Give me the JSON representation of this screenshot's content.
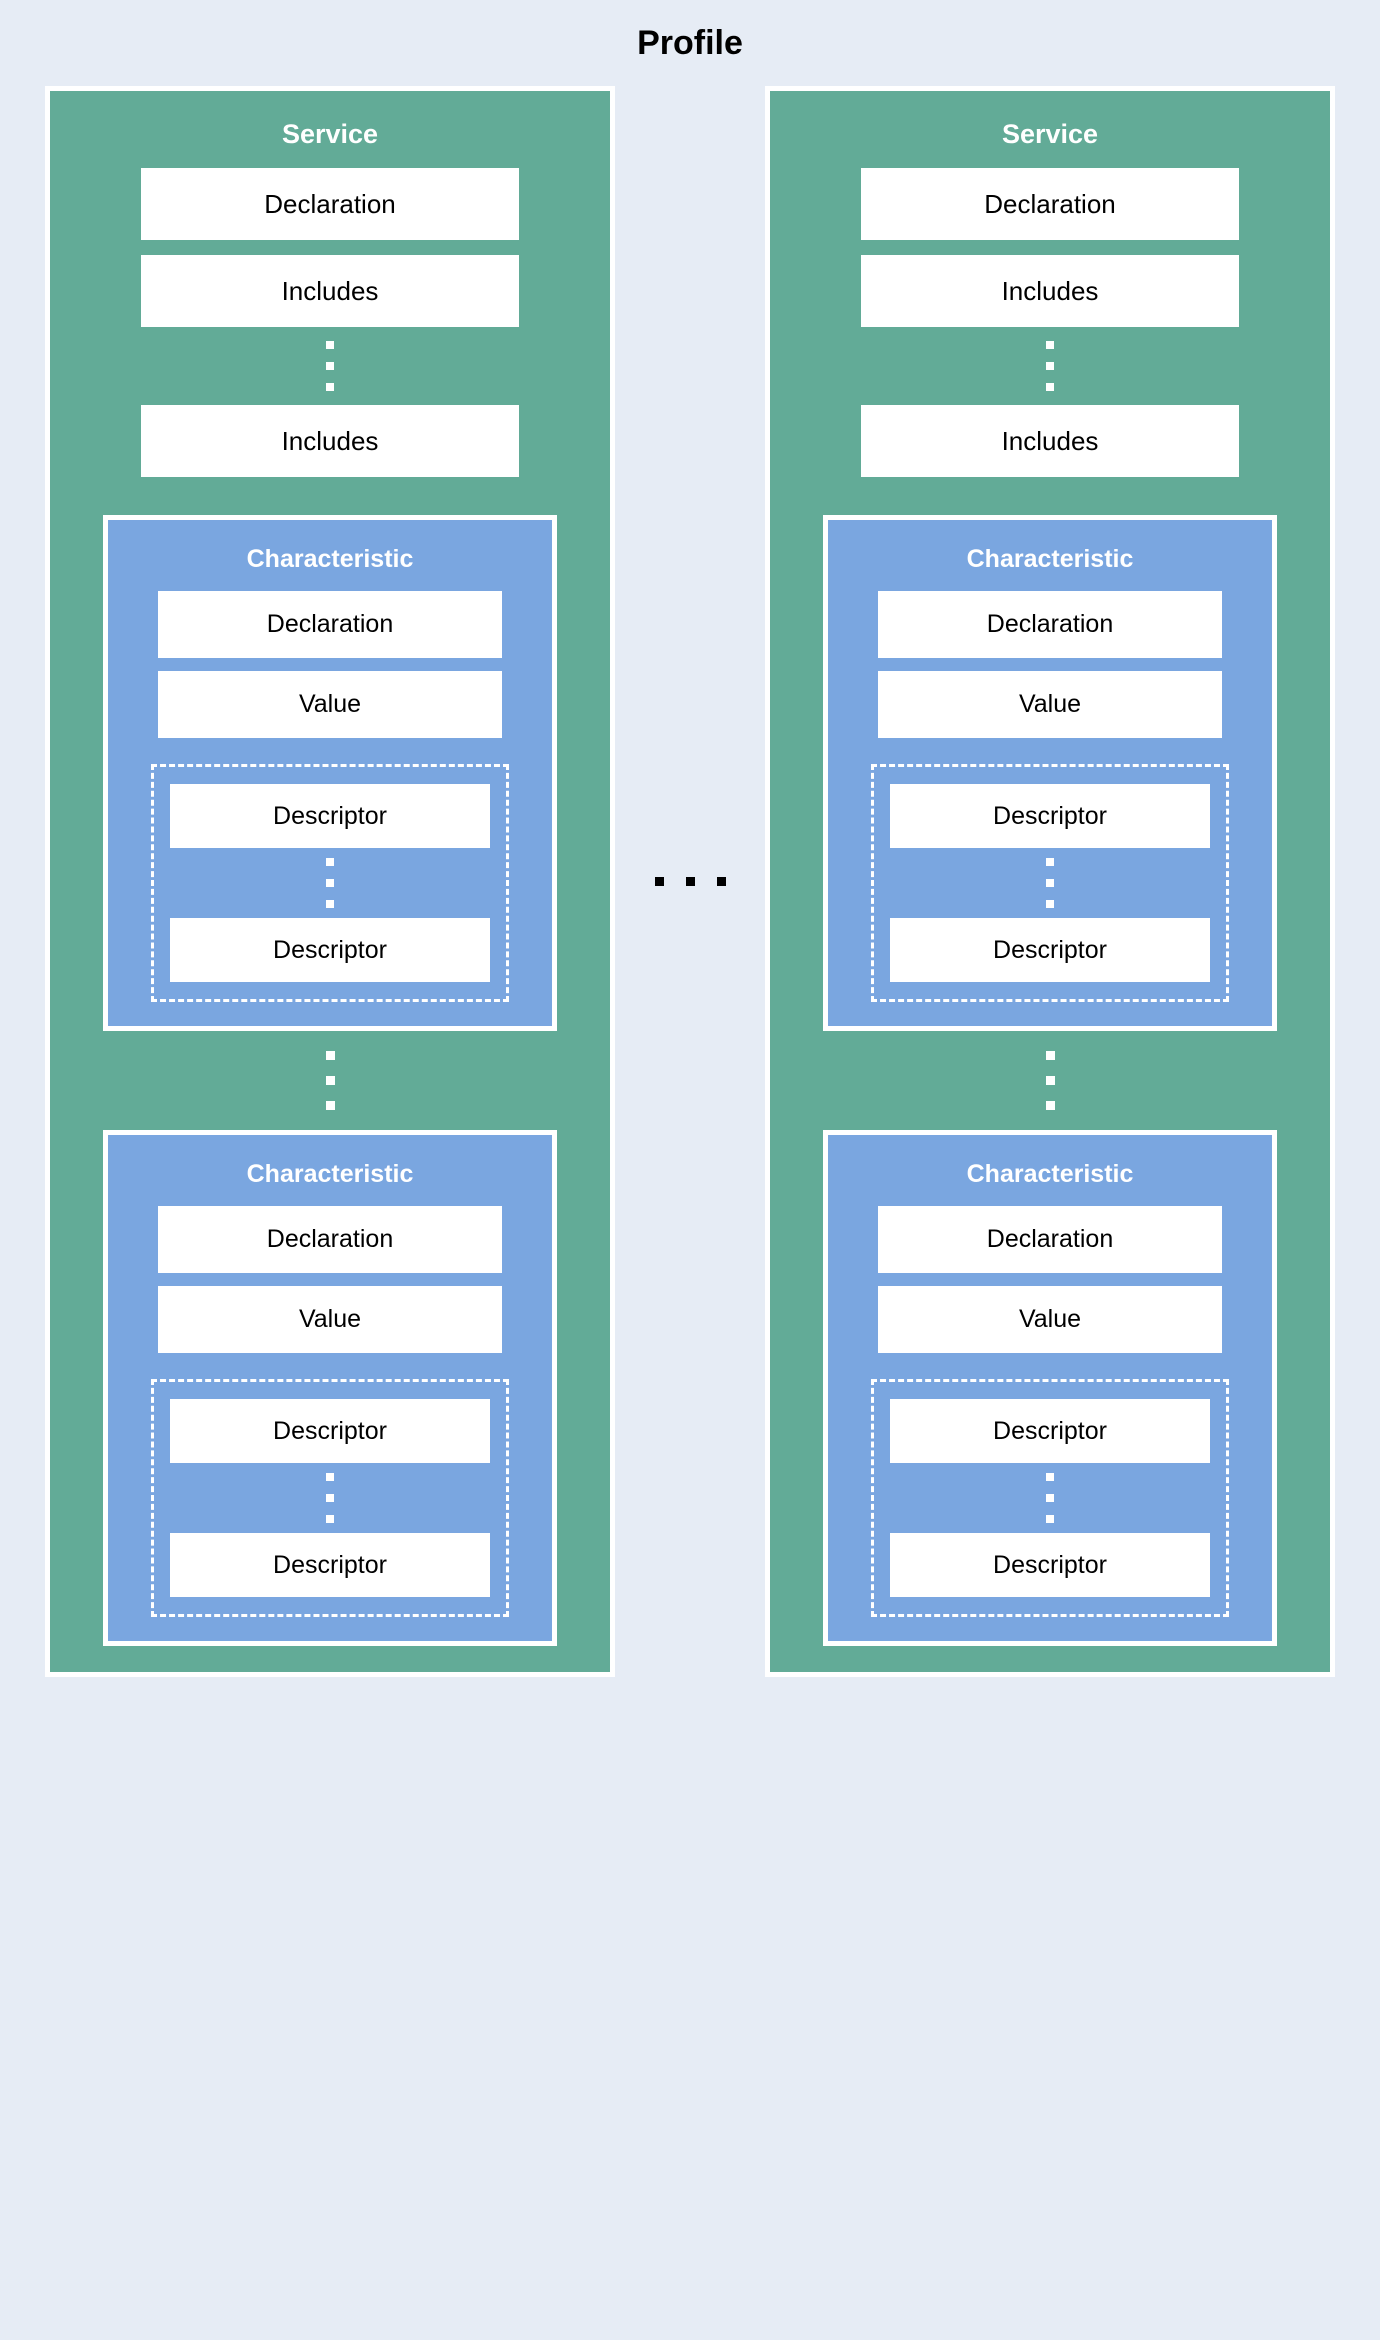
{
  "title": "Profile",
  "colors": {
    "background": "#e6ecf5",
    "service": "#62ab97",
    "characteristic": "#7aa6e0",
    "leaf": "#ffffff",
    "border": "#ffffff",
    "text": "#000000",
    "title_text": "#ffffff"
  },
  "ellipsis": {
    "horizontal": "...",
    "vertical": "⋮"
  },
  "labels": {
    "service": "Service",
    "characteristic": "Characteristic",
    "declaration": "Declaration",
    "includes": "Includes",
    "value": "Value",
    "descriptor": "Descriptor"
  },
  "services": [
    {
      "title": "Service",
      "rows": [
        {
          "label": "Declaration"
        },
        {
          "label": "Includes"
        },
        {
          "label": "Includes"
        }
      ],
      "characteristics": [
        {
          "title": "Characteristic",
          "rows": [
            {
              "label": "Declaration"
            },
            {
              "label": "Value"
            }
          ],
          "descriptors": [
            {
              "label": "Descriptor"
            },
            {
              "label": "Descriptor"
            }
          ]
        },
        {
          "title": "Characteristic",
          "rows": [
            {
              "label": "Declaration"
            },
            {
              "label": "Value"
            }
          ],
          "descriptors": [
            {
              "label": "Descriptor"
            },
            {
              "label": "Descriptor"
            }
          ]
        }
      ]
    },
    {
      "title": "Service",
      "rows": [
        {
          "label": "Declaration"
        },
        {
          "label": "Includes"
        },
        {
          "label": "Includes"
        }
      ],
      "characteristics": [
        {
          "title": "Characteristic",
          "rows": [
            {
              "label": "Declaration"
            },
            {
              "label": "Value"
            }
          ],
          "descriptors": [
            {
              "label": "Descriptor"
            },
            {
              "label": "Descriptor"
            }
          ]
        },
        {
          "title": "Characteristic",
          "rows": [
            {
              "label": "Declaration"
            },
            {
              "label": "Value"
            }
          ],
          "descriptors": [
            {
              "label": "Descriptor"
            },
            {
              "label": "Descriptor"
            }
          ]
        }
      ]
    }
  ]
}
